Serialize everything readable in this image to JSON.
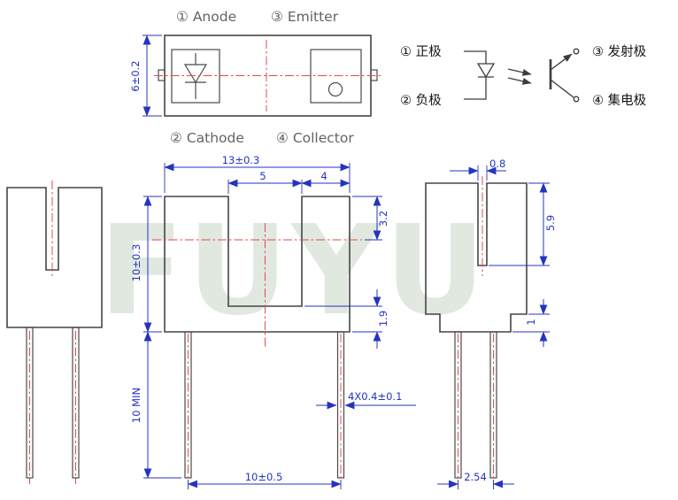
{
  "top_view": {
    "label_anode": "① Anode",
    "label_emitter": "③ Emitter",
    "label_cathode": "② Cathode",
    "label_collector": "④ Collector",
    "dim_height": "6±0.2"
  },
  "schematic": {
    "label_pin1": "① 正极",
    "label_pin2": "② 负极",
    "label_pin3": "③ 发射极",
    "label_pin4": "④ 集电极"
  },
  "front_view": {
    "dim_width": "13±0.3",
    "dim_slot_width": "5",
    "dim_right_wall": "4",
    "dim_body_height": "10±0.3",
    "dim_slot_depth": "3.2",
    "dim_base_thickness": "1.9",
    "dim_lead_length": "10 MIN",
    "dim_lead_width": "4X0.4±0.1",
    "dim_lead_spacing": "10±0.5"
  },
  "side_view": {
    "dim_slot_width": "0.8",
    "dim_slot_depth": "5.9",
    "dim_step": "1",
    "dim_lead_spacing": "2.54"
  },
  "watermark": "FUYU",
  "colors": {
    "dimension": "#2433c0",
    "centerline": "#e24b4b",
    "outline": "#454545",
    "watermark": "#e0e8e0"
  }
}
